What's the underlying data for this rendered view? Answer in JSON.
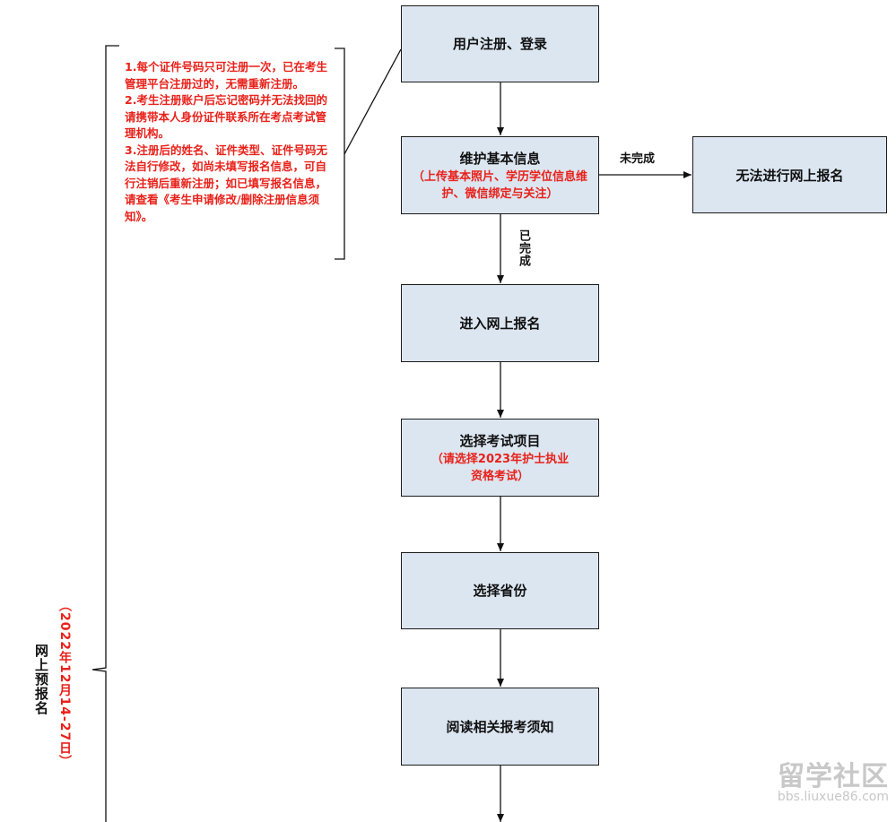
{
  "flow": {
    "steps": [
      {
        "title": "用户注册、登录",
        "sub": ""
      },
      {
        "title": "维护基本信息",
        "sub": "（上传基本照片、学历学位信息维护、微信绑定与关注）"
      },
      {
        "title": "进入网上报名",
        "sub": ""
      },
      {
        "title": "选择考试项目",
        "sub": "（请选择2023年护士执业资格考试）"
      },
      {
        "title": "选择省份",
        "sub": ""
      },
      {
        "title": "阅读相关报考须知",
        "sub": ""
      }
    ],
    "side_box": "无法进行网上报名",
    "label_incomplete": "未完成",
    "label_complete": "已完成"
  },
  "notes": [
    "1.每个证件号码只可注册一次，已在考生管理平台注册过的，无需重新注册。",
    "2.考生注册账户后忘记密码并无法找回的请携带本人身份证件联系所在考点考试管理机构。",
    "3.注册后的姓名、证件类型、证件号码无法自行修改，如尚未填写报名信息，可自行注销后重新注册；如已填写报名信息，请查看《考生申请修改/删除注册信息须知》。"
  ],
  "left_label": "网上预报名",
  "date_label": "（2022年12月14-27日）",
  "watermark": {
    "big": "留学社区",
    "small": "bbs.liuxue86.com"
  },
  "colors": {
    "box_fill": "#dce6f1",
    "red": "#e8211a"
  }
}
